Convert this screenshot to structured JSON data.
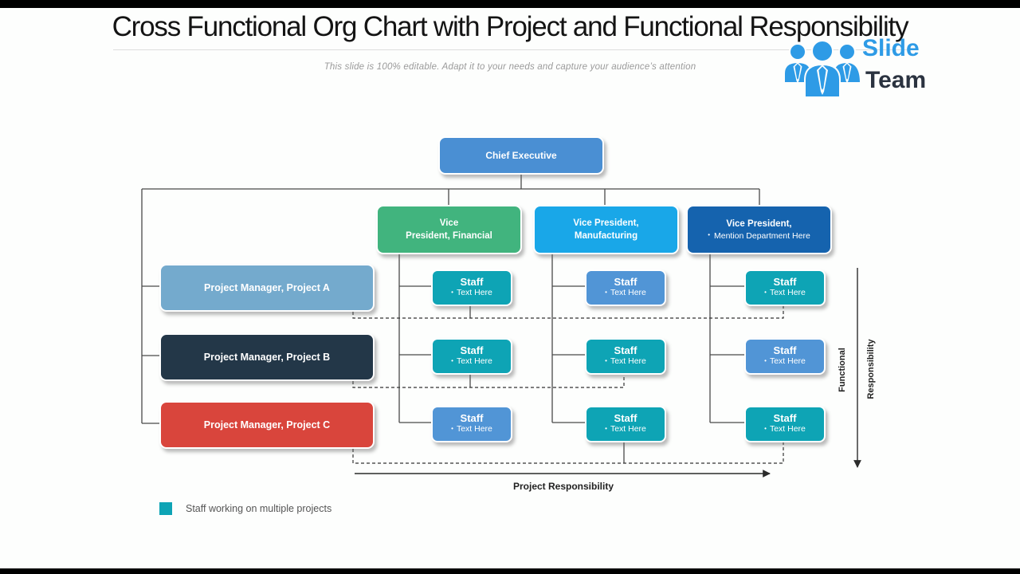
{
  "frame": {
    "bar_color": "#000000"
  },
  "header": {
    "title": "Cross Functional Org Chart with Project and Functional Responsibility",
    "subtitle": "This slide is 100% editable. Adapt it to your needs and capture your audience’s attention",
    "logo": {
      "word1": "Slide",
      "word2": "Team",
      "icon_color": "#2e9be6",
      "word1_color": "#2e9be6",
      "word2_color": "#2b3340"
    }
  },
  "org": {
    "root": {
      "label": "Chief Executive",
      "color": "#4a8fd3"
    },
    "vps": [
      {
        "line1": "Vice",
        "line2": "President, Financial",
        "bullet2": "",
        "color": "#41b47e"
      },
      {
        "line1": "Vice President,",
        "line2": "Manufacturing",
        "bullet2": "",
        "color": "#19a7e8"
      },
      {
        "line1": "Vice President,",
        "line2": "Mention Department Here",
        "bullet2": "•",
        "color": "#1563ae"
      }
    ],
    "project_managers": [
      {
        "label": "Project Manager, Project A",
        "color": "#74aacd"
      },
      {
        "label": "Project Manager, Project B",
        "color": "#233748"
      },
      {
        "label": "Project Manager, Project C",
        "color": "#d9453c"
      }
    ],
    "staff": {
      "bullet": "•",
      "multi_color": "#0ea4b5",
      "single_color": "#5195d6",
      "cells": [
        {
          "title": "Staff",
          "subtitle": "Text Here",
          "type": "multi-project",
          "color": "#0ea4b5"
        },
        {
          "title": "Staff",
          "subtitle": "Text Here",
          "type": "single-project",
          "color": "#5195d6"
        },
        {
          "title": "Staff",
          "subtitle": "Text Here",
          "type": "multi-project",
          "color": "#0ea4b5"
        },
        {
          "title": "Staff",
          "subtitle": "Text Here",
          "type": "multi-project",
          "color": "#0ea4b5"
        },
        {
          "title": "Staff",
          "subtitle": "Text Here",
          "type": "multi-project",
          "color": "#0ea4b5"
        },
        {
          "title": "Staff",
          "subtitle": "Text Here",
          "type": "single-project",
          "color": "#5195d6"
        },
        {
          "title": "Staff",
          "subtitle": "Text Here",
          "type": "single-project",
          "color": "#5195d6"
        },
        {
          "title": "Staff",
          "subtitle": "Text Here",
          "type": "multi-project",
          "color": "#0ea4b5"
        },
        {
          "title": "Staff",
          "subtitle": "Text Here",
          "type": "multi-project",
          "color": "#0ea4b5"
        }
      ]
    },
    "axes": {
      "project_label": "Project Responsibility",
      "functional_label_1": "Functional",
      "functional_label_2": "Responsibility"
    },
    "legend": {
      "swatch_color": "#0ea4b5",
      "label": "Staff working on multiple projects"
    }
  }
}
